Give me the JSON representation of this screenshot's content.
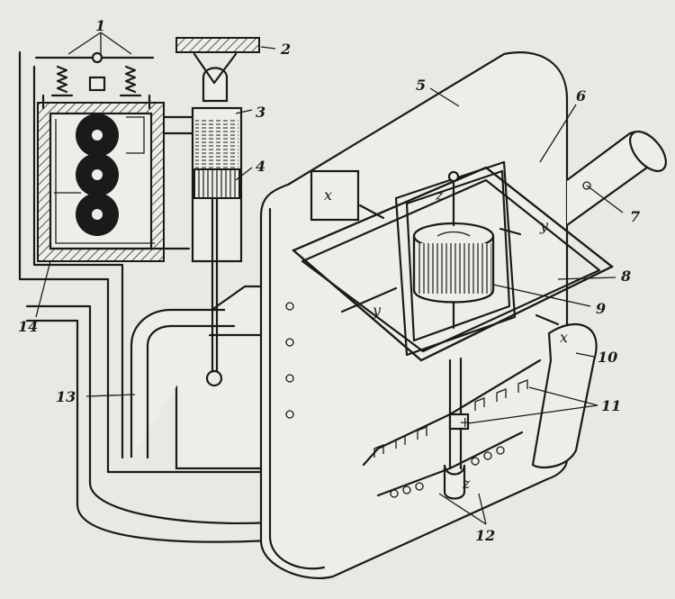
{
  "callouts": [
    "1",
    "2",
    "3",
    "4",
    "5",
    "6",
    "7",
    "8",
    "9",
    "10",
    "11",
    "12",
    "13",
    "14"
  ],
  "axis_labels": {
    "x": "x",
    "y": "y",
    "z": "z"
  },
  "polarity": {
    "plus": "+"
  }
}
